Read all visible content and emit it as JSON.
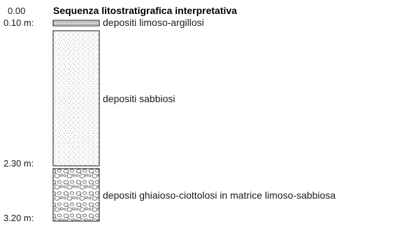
{
  "title": "Sequenza litostratigrafica interpretativa",
  "top_depth": "0.00",
  "depths": {
    "d1": "0.10 m:",
    "d2": "2.30 m:",
    "d3": "3.20 m:"
  },
  "layers": [
    {
      "name": "depositi limoso-argillosi",
      "from_m": 0.0,
      "to_m": 0.1,
      "pattern": "hatched-fine"
    },
    {
      "name": "depositi sabbiosi",
      "from_m": 0.1,
      "to_m": 2.3,
      "pattern": "stippled-dots"
    },
    {
      "name": "depositi ghiaioso-ciottolosi in matrice limoso-sabbiosa",
      "from_m": 2.3,
      "to_m": 3.2,
      "pattern": "gravel-clasts"
    }
  ],
  "colors": {
    "line": "#111111",
    "fill": "#ffffff"
  }
}
